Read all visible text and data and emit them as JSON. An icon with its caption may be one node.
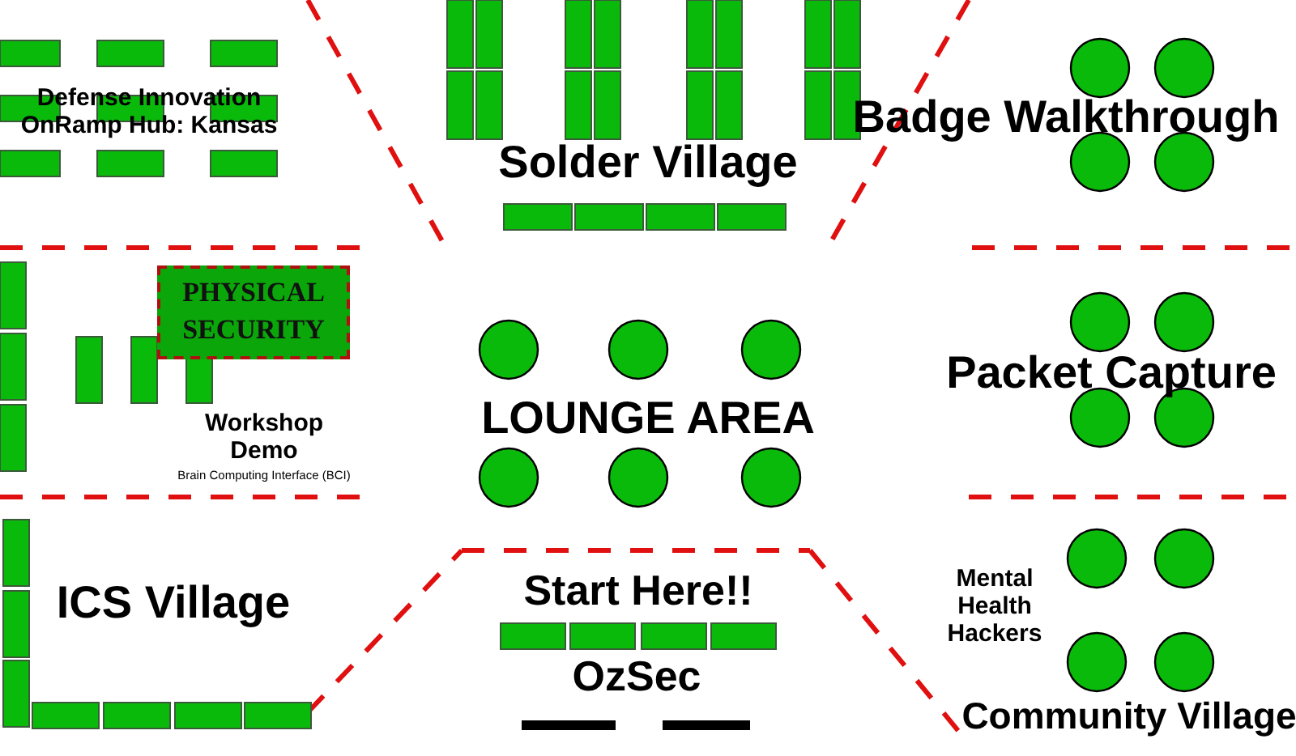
{
  "diagram": {
    "labels": [
      "Defense Innovation OnRamp Hub: Kansas",
      "Solder Village",
      "Badge Walkthrough",
      "PHYSICAL SECURITY",
      "LOUNGE AREA",
      "Packet Capture",
      "Workshop Demo",
      "Brain Computing Interface (BCI)",
      "ICS Village",
      "Start Here!!",
      "Mental Health Hackers",
      "OzSec",
      "Community Village"
    ]
  }
}
